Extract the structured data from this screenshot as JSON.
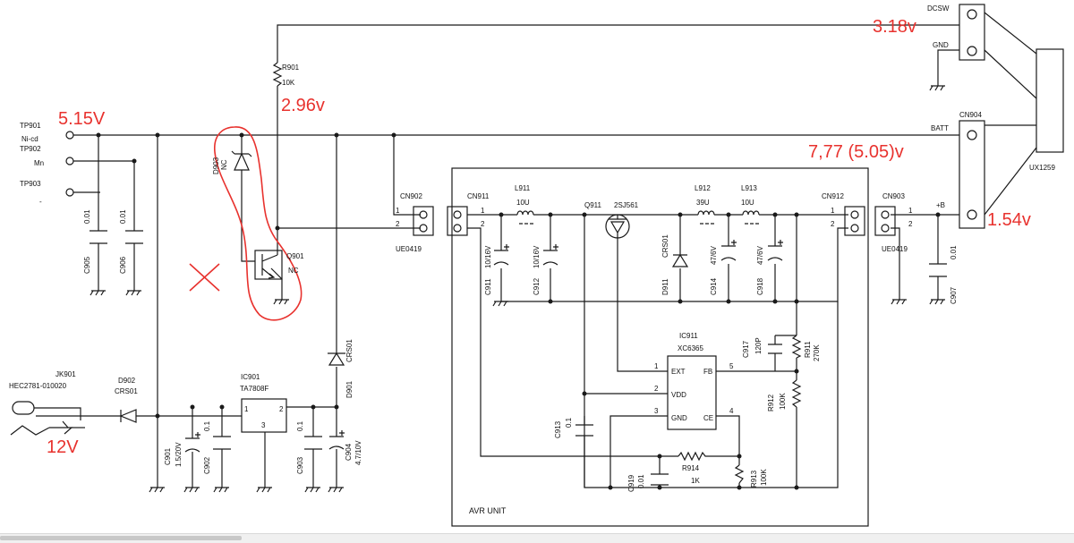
{
  "measurements": {
    "dcsw": "3.18v",
    "r901_node": "2.96v",
    "tp901": "5.15V",
    "batt": "7,77 (5.05)v",
    "plus_b": "1.54v",
    "jack": "12V",
    "mark": "X"
  },
  "labels": {
    "dcsw": "DCSW",
    "gnd": "GND",
    "batt": "BATT",
    "cn904": "CN904",
    "ux1259": "UX1259",
    "r901": "R901",
    "r901_val": "10K",
    "tp901": "TP901",
    "nicd": "Ni-cd",
    "tp902": "TP902",
    "mn": "Mn",
    "tp903": "TP903",
    "dash": "-",
    "c905": "C905",
    "c905_val": "0.01",
    "c906": "C906",
    "c906_val": "0.01",
    "d903": "D903",
    "d903_nc": "NC",
    "q901": "Q901",
    "q901_nc": "NC",
    "cn902": "CN902",
    "ue0419_a": "UE0419",
    "pin1_a": "1",
    "pin2_a": "2",
    "cn911": "CN911",
    "pin1_b": "1",
    "pin2_b": "2",
    "l911": "L911",
    "l911_val": "10U",
    "c911": "C911",
    "c911_val": "10/16V",
    "c912": "C912",
    "c912_val": "10/16V",
    "q911": "Q911",
    "q911_part": "2SJ561",
    "d911": "D911",
    "d911_part": "CRS01",
    "l912": "L912",
    "l912_val": "39U",
    "l913": "L913",
    "l913_val": "10U",
    "c914": "C914",
    "c914_val": "47/6V",
    "c918": "C918",
    "c918_val": "47/6V",
    "cn912": "CN912",
    "pin1_c": "1",
    "pin2_c": "2",
    "cn903": "CN903",
    "ue0419_b": "UE0419",
    "pin1_d": "1",
    "pin2_d": "2",
    "plus_b": "+B",
    "c907": "C907",
    "c907_val": "0.01",
    "c917": "C917",
    "c917_val": "120P",
    "r911": "R911",
    "r911_val": "270K",
    "ic911": "IC911",
    "ic911_part": "XC6365",
    "ext": "EXT",
    "fb": "FB",
    "vdd": "VDD",
    "gnd_pin": "GND",
    "ce": "CE",
    "p1": "1",
    "p2": "2",
    "p3": "3",
    "p4": "4",
    "p5": "5",
    "r912": "R912",
    "r912_val": "100K",
    "c913": "C913",
    "c913_val": "0.1",
    "r914": "R914",
    "r914_val": "1K",
    "c919": "C919",
    "c919_val": "0.01",
    "r913": "R913",
    "r913_val": "100K",
    "avr_unit": "AVR UNIT",
    "d901": "D901",
    "d901_part": "CRS01",
    "jk901": "JK901",
    "jk901_part": "HEC2781-010020",
    "d902": "D902",
    "d902_part": "CRS01",
    "ic901": "IC901",
    "ic901_part": "TA7808F",
    "ic901_p1": "1",
    "ic901_p2": "2",
    "ic901_p3": "3",
    "c901": "C901",
    "c901_val": "1.5/20V",
    "c902": "C902",
    "c902_val": "0.1",
    "c903": "C903",
    "c903_val": "0.1",
    "c904": "C904",
    "c904_val": "4.7/10V"
  }
}
